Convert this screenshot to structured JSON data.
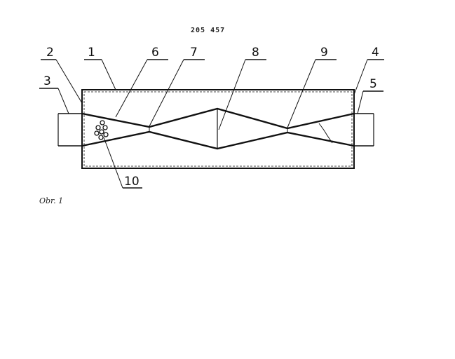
{
  "header": {
    "patent_number": "205 457"
  },
  "figure": {
    "caption": "Obr. 1",
    "labels": [
      "1",
      "2",
      "3",
      "4",
      "5",
      "6",
      "7",
      "8",
      "9",
      "10"
    ]
  }
}
